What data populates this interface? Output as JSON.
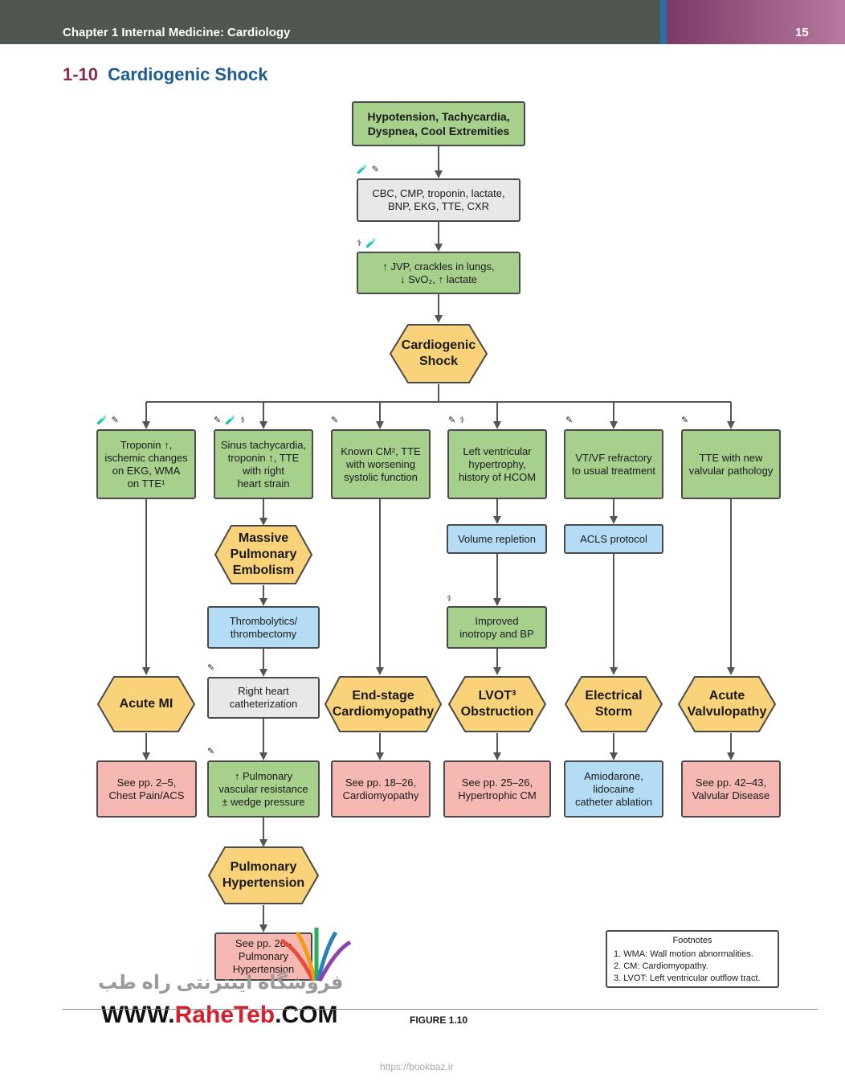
{
  "header": {
    "chapter": "Chapter 1  Internal Medicine: Cardiology",
    "page_number": "15"
  },
  "title": {
    "number": "1-10",
    "text": "Cardiogenic Shock"
  },
  "nodes": {
    "top": "Hypotension, Tachycardia,\nDyspnea, Cool Extremities",
    "labs": "CBC, CMP, troponin, lactate,\nBNP, EKG, TTE, CXR",
    "exam": "↑ JVP, crackles in lungs,\n↓ SvO₂, ↑ lactate",
    "shock": "Cardiogenic\nShock",
    "b1": "Troponin ↑,\nischemic changes\non EKG, WMA\non TTE¹",
    "b2": "Sinus tachycardia,\ntroponin ↑, TTE\nwith right\nheart strain",
    "b3": "Known CM², TTE\nwith worsening\nsystolic function",
    "b4": "Left ventricular\nhypertrophy,\nhistory of HCOM",
    "b5": "VT/VF refractory\nto usual treatment",
    "b6": "TTE with new\nvalvular pathology",
    "pe": "Massive\nPulmonary\nEmbolism",
    "thromb": "Thrombolytics/\nthrombectomy",
    "rhc": "Right heart\ncatheterization",
    "pvr": "↑ Pulmonary\nvascular resistance\n± wedge pressure",
    "ph": "Pulmonary\nHypertension",
    "ph_ref": "See pp. 26–\nPulmonary\nHypertension",
    "volume": "Volume repletion",
    "inotropy": "Improved\ninotropy and BP",
    "acls": "ACLS protocol",
    "acute_mi": "Acute MI",
    "endstage": "End-stage\nCardiomyopathy",
    "lvot": "LVOT³\nObstruction",
    "storm": "Electrical\nStorm",
    "valv": "Acute\nValvulopathy",
    "r1": "See pp. 2–5,\nChest Pain/ACS",
    "r3": "See pp. 18–26,\nCardiomyopathy",
    "r4": "See pp. 25–26,\nHypertrophic CM",
    "r5": "Amiodarone,\nlidocaine\ncatheter ablation",
    "r6": "See pp. 42–43,\nValvular Disease"
  },
  "icons": {
    "labs": "🧪 ✎",
    "exam": "⚕ 🧪",
    "b1": "🧪 ✎",
    "b2": "✎ 🧪 ⚕",
    "b3": "✎",
    "b4": "✎ ⚕",
    "b5": "✎",
    "b6": "✎",
    "inotropy": "⚕",
    "rhc": "✎",
    "pvr": "✎"
  },
  "footnotes": {
    "title": "Footnotes",
    "items": [
      "1. WMA: Wall motion abnormalities.",
      "2. CM: Cardiomyopathy.",
      "3. LVOT: Left ventricular outflow tract."
    ]
  },
  "figure_label": "FIGURE 1.10",
  "watermark": {
    "persian": "فروشگاه اینترنتی راه طب",
    "url_prefix": "WWW.",
    "url_brand": "RaheTeb",
    "url_suffix": ".COM"
  },
  "source_url": "https://bookbaz.ir",
  "colors": {
    "green": "#a8d08d",
    "gray": "#e8e8e8",
    "blue": "#b5dcf5",
    "pink": "#f5b8b2",
    "hex": "#f9d27a",
    "arrow": "#555555"
  }
}
